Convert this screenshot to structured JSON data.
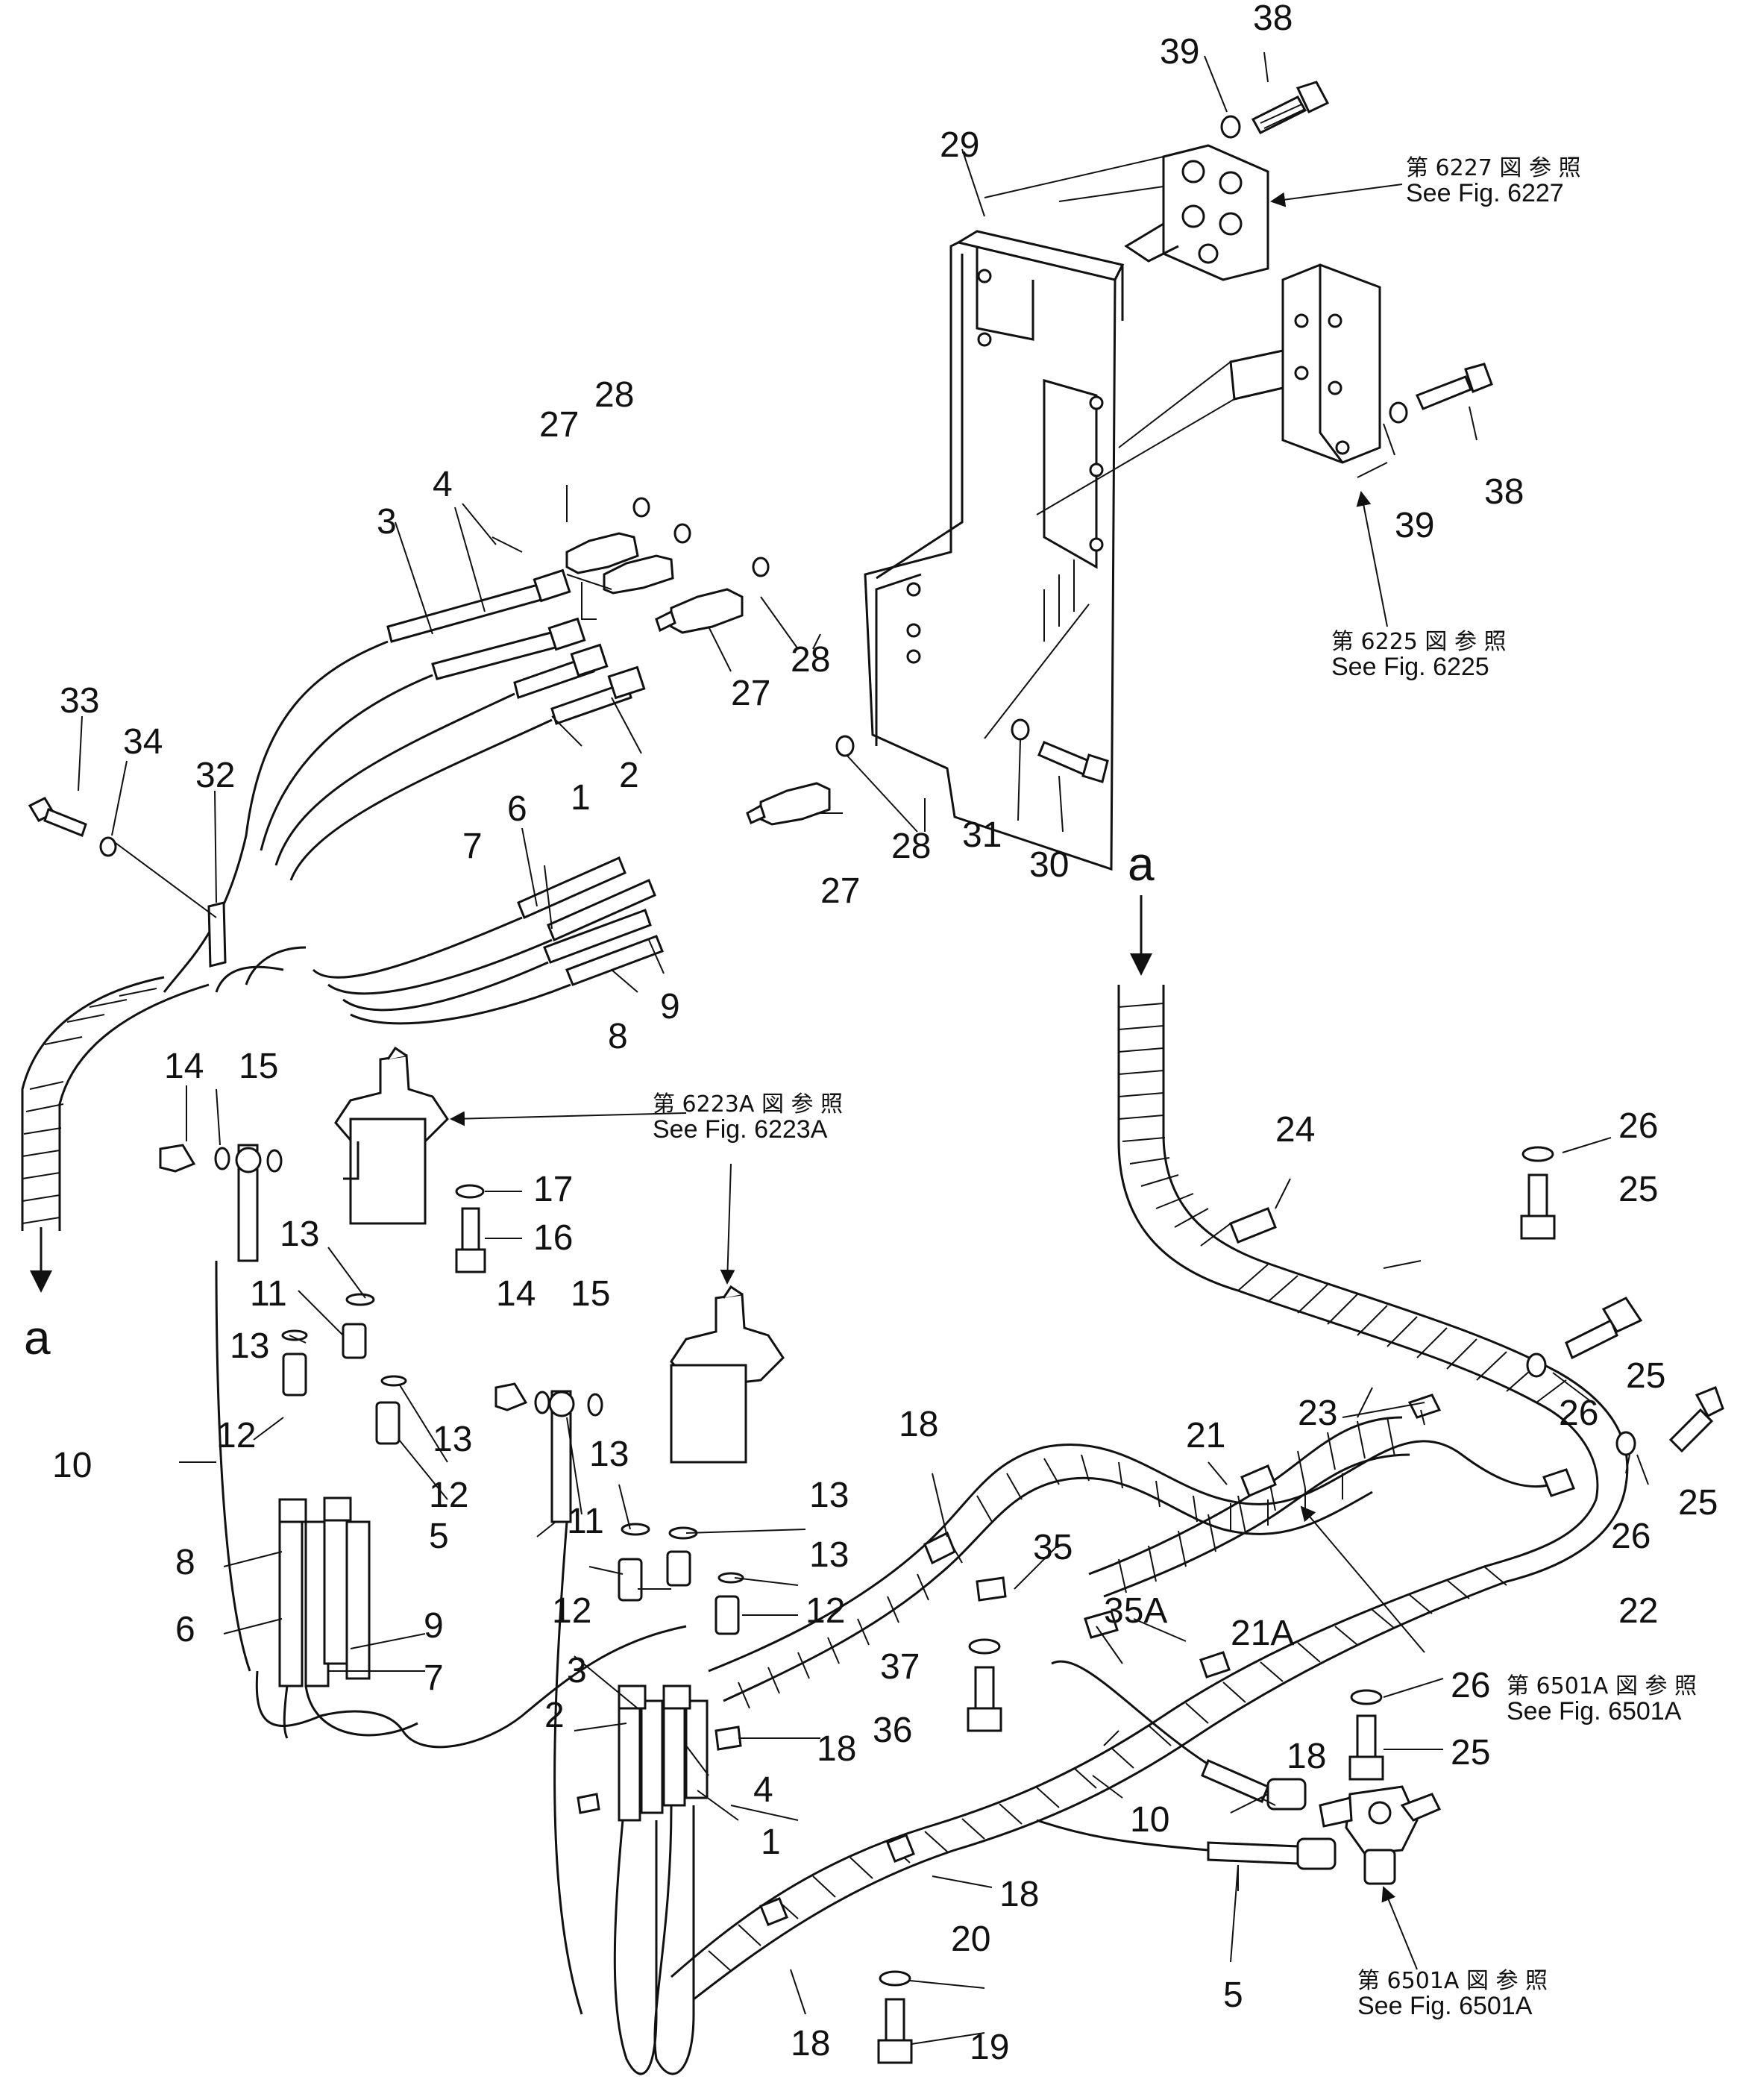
{
  "callouts": {
    "n1a": "1",
    "n1b": "1",
    "n2a": "2",
    "n2b": "2",
    "n3a": "3",
    "n3b": "3",
    "n4a": "4",
    "n4b": "4",
    "n5a": "5",
    "n5b": "5",
    "n6a": "6",
    "n6b": "6",
    "n7a": "7",
    "n7b": "7",
    "n8a": "8",
    "n8b": "8",
    "n9a": "9",
    "n9b": "9",
    "n10a": "10",
    "n10b": "10",
    "n11a": "11",
    "n11b": "11",
    "n12a": "12",
    "n12b": "12",
    "n12c": "12",
    "n12d": "12",
    "n13a": "13",
    "n13b": "13",
    "n13c": "13",
    "n13d": "13",
    "n13e": "13",
    "n13f": "13",
    "n14a": "14",
    "n14b": "14",
    "n15a": "15",
    "n15b": "15",
    "n16": "16",
    "n17": "17",
    "n18a": "18",
    "n18b": "18",
    "n18c": "18",
    "n18d": "18",
    "n18e": "18",
    "n19": "19",
    "n20": "20",
    "n21": "21",
    "n21A": "21A",
    "n22": "22",
    "n23": "23",
    "n24": "24",
    "n25a": "25",
    "n25b": "25",
    "n25c": "25",
    "n25d": "25",
    "n26a": "26",
    "n26b": "26",
    "n26c": "26",
    "n26d": "26",
    "n27a": "27",
    "n27b": "27",
    "n27c": "27",
    "n28a": "28",
    "n28b": "28",
    "n28c": "28",
    "n29": "29",
    "n30": "30",
    "n31": "31",
    "n32": "32",
    "n33": "33",
    "n34": "34",
    "n35": "35",
    "n35A": "35A",
    "n36": "36",
    "n37": "37",
    "n38a": "38",
    "n38b": "38",
    "n39a": "39",
    "n39b": "39",
    "a_top": "a",
    "a_left": "a"
  },
  "references": {
    "fig6227": {
      "jp": "第 6227 図 参 照",
      "en": "See Fig. 6227"
    },
    "fig6225": {
      "jp": "第 6225 図 参 照",
      "en": "See Fig. 6225"
    },
    "fig6223a": {
      "jp": "第 6223A 図 参 照",
      "en": "See Fig. 6223A"
    },
    "fig6501a_mid": {
      "jp": "第 6501A 図 参 照",
      "en": "See Fig. 6501A"
    },
    "fig6501a_bottom": {
      "jp": "第 6501A 図 参 照",
      "en": "See Fig. 6501A"
    }
  },
  "colors": {
    "ink": "#111111",
    "paper": "#ffffff"
  }
}
